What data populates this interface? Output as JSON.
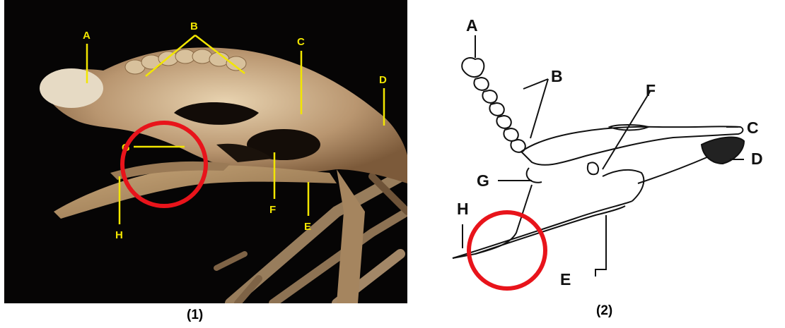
{
  "panels": [
    {
      "caption": "(1)",
      "type": "photograph",
      "label_color": "#f2e600",
      "highlight_color": "#e8141b",
      "labels": [
        "A",
        "B",
        "C",
        "D",
        "G",
        "F",
        "E",
        "H"
      ]
    },
    {
      "caption": "(2)",
      "type": "line-drawing",
      "label_color": "#111111",
      "highlight_color": "#e8141b",
      "labels": [
        "A",
        "B",
        "F",
        "C",
        "D",
        "G",
        "H",
        "E"
      ]
    }
  ]
}
